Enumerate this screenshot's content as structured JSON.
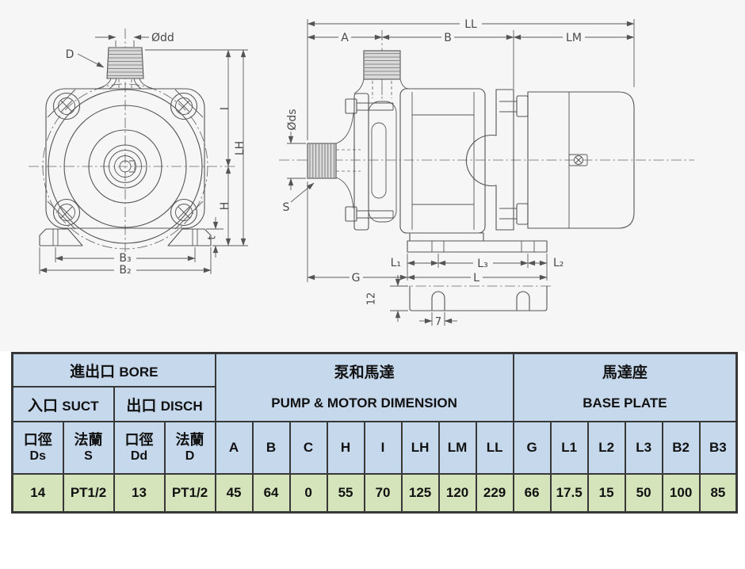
{
  "front_view": {
    "dim_dd": "Ødd",
    "label_d": "D",
    "dim_i": "I",
    "dim_lh": "LH",
    "dim_h": "H",
    "dim_t": "t",
    "dim_b3": "B₃",
    "dim_b2": "B₂"
  },
  "side_view": {
    "dim_ll": "LL",
    "dim_a": "A",
    "dim_b": "B",
    "dim_lm": "LM",
    "dim_ds": "Øds",
    "label_s": "S",
    "dim_l1": "L₁",
    "dim_l3": "L₃",
    "dim_l2": "L₂",
    "dim_g": "G",
    "dim_l": "L",
    "dim_12": "12",
    "dim_7": "7"
  },
  "table": {
    "groups": {
      "bore": {
        "zh": "進出口",
        "en": "BORE"
      },
      "suct": {
        "zh": "入口",
        "en": "SUCT"
      },
      "disch": {
        "zh": "出口",
        "en": "DISCH"
      },
      "pump_motor": {
        "zh": "泵和馬達",
        "en": "PUMP & MOTOR DIMENSION"
      },
      "base_plate": {
        "zh": "馬達座",
        "en": "BASE PLATE"
      }
    },
    "bore_columns": [
      {
        "zh": "口徑",
        "code": "Ds",
        "value": "14"
      },
      {
        "zh": "法蘭",
        "code": "S",
        "value": "PT1/2"
      },
      {
        "zh": "口徑",
        "code": "Dd",
        "value": "13"
      },
      {
        "zh": "法蘭",
        "code": "D",
        "value": "PT1/2"
      }
    ],
    "pump_motor_columns": [
      {
        "code": "A",
        "value": "45"
      },
      {
        "code": "B",
        "value": "64"
      },
      {
        "code": "C",
        "value": "0"
      },
      {
        "code": "H",
        "value": "55"
      },
      {
        "code": "I",
        "value": "70"
      },
      {
        "code": "LH",
        "value": "125"
      },
      {
        "code": "LM",
        "value": "120"
      },
      {
        "code": "LL",
        "value": "229"
      }
    ],
    "base_plate_columns": [
      {
        "code": "G",
        "value": "66"
      },
      {
        "code": "L1",
        "value": "17.5"
      },
      {
        "code": "L2",
        "value": "15"
      },
      {
        "code": "L3",
        "value": "50"
      },
      {
        "code": "B2",
        "value": "100"
      },
      {
        "code": "B3",
        "value": "85"
      }
    ]
  },
  "colors": {
    "header_bg": "#c5d8ec",
    "value_bg": "#d6e4bc",
    "grid": "#383838",
    "line_color": "#555555",
    "canvas_bg": "#f5f6f5"
  }
}
